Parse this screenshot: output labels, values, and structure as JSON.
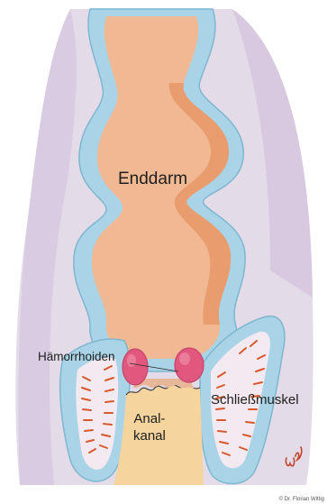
{
  "labels": {
    "rectum": "Enddarm",
    "hemorrhoids": "Hämorrhoiden",
    "sphincter": "Schließmuskel",
    "anal_canal_line1": "Anal-",
    "anal_canal_line2": "kanal"
  },
  "credit": "© Dr. Florian Wittig",
  "signature": "WW",
  "colors": {
    "background_tissue": "#e4dbe9",
    "tissue_shade": "#c9b4d4",
    "mucosa_blue": "#a9d3e6",
    "rectum_fill": "#f1b993",
    "rectum_shade": "#e1854f",
    "hemorrhoid": "#e1577d",
    "muscle_stripes": "#d7592d",
    "anal_canal": "#f6d49e"
  }
}
